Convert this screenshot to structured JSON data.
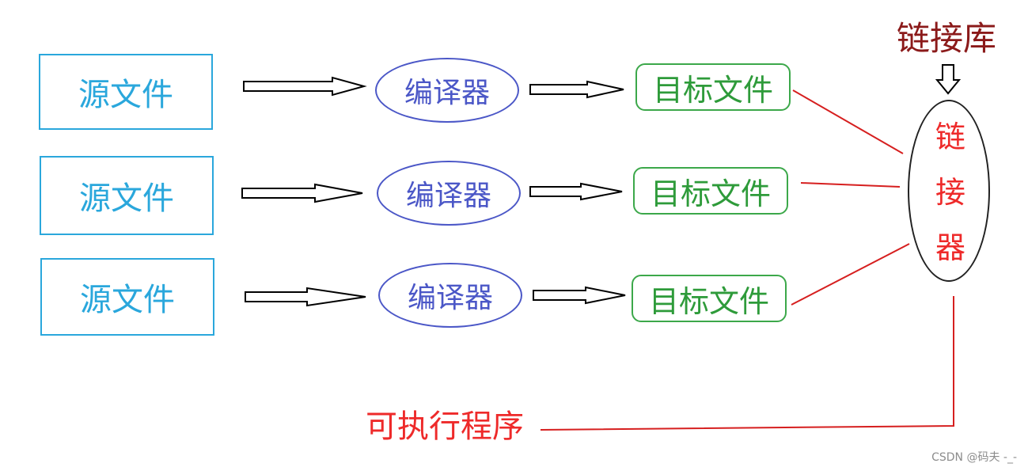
{
  "colors": {
    "source": "#2aa7dc",
    "compiler": "#4b57c7",
    "object": "#2e9b3a",
    "linker_text": "#ee2a2a",
    "connector": "#d61f1f",
    "library": "#8b1a1a"
  },
  "rows": [
    {
      "source": "源文件",
      "compiler": "编译器",
      "object": "目标文件"
    },
    {
      "source": "源文件",
      "compiler": "编译器",
      "object": "目标文件"
    },
    {
      "source": "源文件",
      "compiler": "编译器",
      "object": "目标文件"
    }
  ],
  "linker": {
    "chars": [
      "链",
      "接",
      "器"
    ]
  },
  "library_label": "链接库",
  "output_label": "可执行程序",
  "watermark": "CSDN @码夫 -_-"
}
